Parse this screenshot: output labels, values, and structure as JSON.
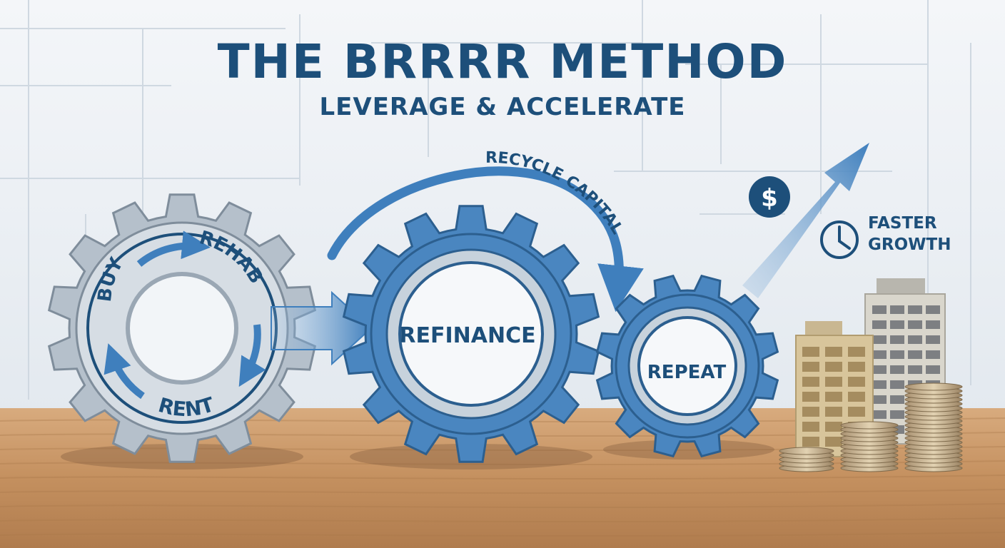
{
  "header": {
    "title": "THE BRRRR METHOD",
    "subtitle": "LEVERAGE & ACCELERATE"
  },
  "cycle": {
    "buy": "BUY",
    "rehab": "REHAB",
    "rent": "RENT"
  },
  "steps": {
    "refinance": "REFINANCE",
    "repeat": "REPEAT"
  },
  "arc_label": "RECYCLE CAPITAL",
  "growth": {
    "line1": "FASTER",
    "line2": "GROWTH"
  },
  "icons": {
    "dollar_symbol": "$",
    "dollar": "dollar-coin-icon",
    "clock": "clock-icon"
  },
  "colors": {
    "navy": "#1d4f7a",
    "gear_blue": "#4a86c0",
    "gear_gray": "#b5c0cb",
    "wood": "#c99768"
  }
}
